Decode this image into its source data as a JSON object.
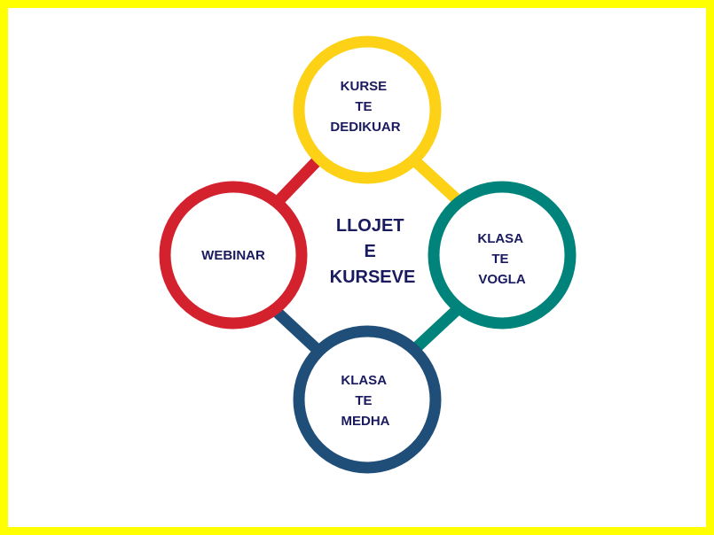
{
  "diagram": {
    "center": {
      "lines": [
        "LLOJET",
        "E",
        "KURSEVE"
      ]
    },
    "nodes": [
      {
        "id": "top",
        "color": "#fcd116",
        "lines": [
          "KURSE",
          "TE",
          "DEDIKUAR"
        ]
      },
      {
        "id": "right",
        "color": "#00837a",
        "lines": [
          "KLASA",
          "TE",
          "VOGLA"
        ]
      },
      {
        "id": "bottom",
        "color": "#1f4e79",
        "lines": [
          "KLASA",
          "TE",
          "MEDHA"
        ]
      },
      {
        "id": "left",
        "color": "#d3212d",
        "lines": [
          "WEBINAR"
        ]
      }
    ],
    "frame_color": "#ffff00",
    "text_color": "#1a1a5e"
  }
}
